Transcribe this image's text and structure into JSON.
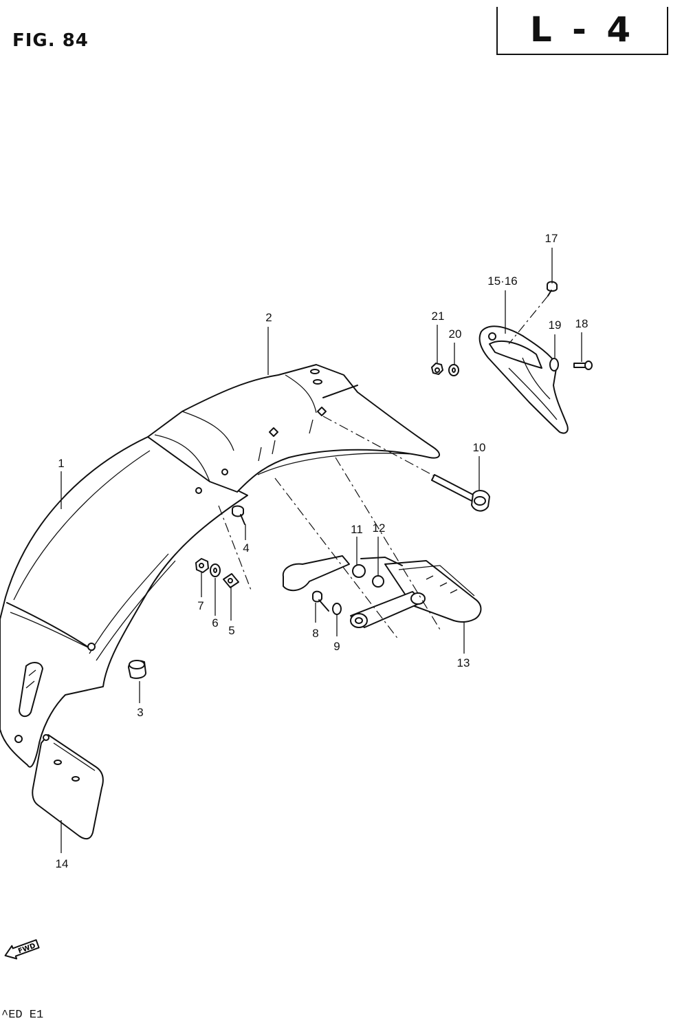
{
  "figure": {
    "title": "FIG. 84",
    "sheet_code": "L - 4",
    "footer_code": "^ED E1",
    "fwd_label": "FWD"
  },
  "callouts": [
    {
      "key": "c1",
      "label": "1"
    },
    {
      "key": "c2",
      "label": "2"
    },
    {
      "key": "c3",
      "label": "3"
    },
    {
      "key": "c4",
      "label": "4"
    },
    {
      "key": "c5",
      "label": "5"
    },
    {
      "key": "c6",
      "label": "6"
    },
    {
      "key": "c7",
      "label": "7"
    },
    {
      "key": "c8",
      "label": "8"
    },
    {
      "key": "c9",
      "label": "9"
    },
    {
      "key": "c10",
      "label": "10"
    },
    {
      "key": "c11",
      "label": "11"
    },
    {
      "key": "c12",
      "label": "12"
    },
    {
      "key": "c13",
      "label": "13"
    },
    {
      "key": "c14",
      "label": "14"
    },
    {
      "key": "c15",
      "label": "15·16"
    },
    {
      "key": "c17",
      "label": "17"
    },
    {
      "key": "c18",
      "label": "18"
    },
    {
      "key": "c19",
      "label": "19"
    },
    {
      "key": "c20",
      "label": "20"
    },
    {
      "key": "c21",
      "label": "21"
    }
  ]
}
